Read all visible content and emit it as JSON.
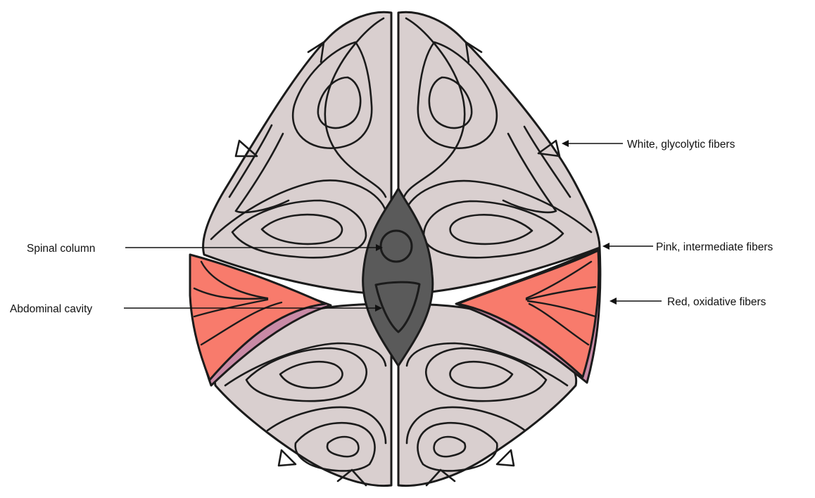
{
  "labels": {
    "white_fibers": "White, glycolytic fibers",
    "pink_fibers": "Pink, intermediate fibers",
    "red_fibers": "Red, oxidative fibers",
    "spinal_column": "Spinal column",
    "abdominal_cavity": "Abdominal cavity"
  },
  "colors": {
    "white_muscle": "#d9cfcf",
    "pink_muscle": "#c98aa6",
    "red_muscle": "#f87b6c",
    "bone_core": "#5a5a5a",
    "outline": "#1b1b1b"
  }
}
